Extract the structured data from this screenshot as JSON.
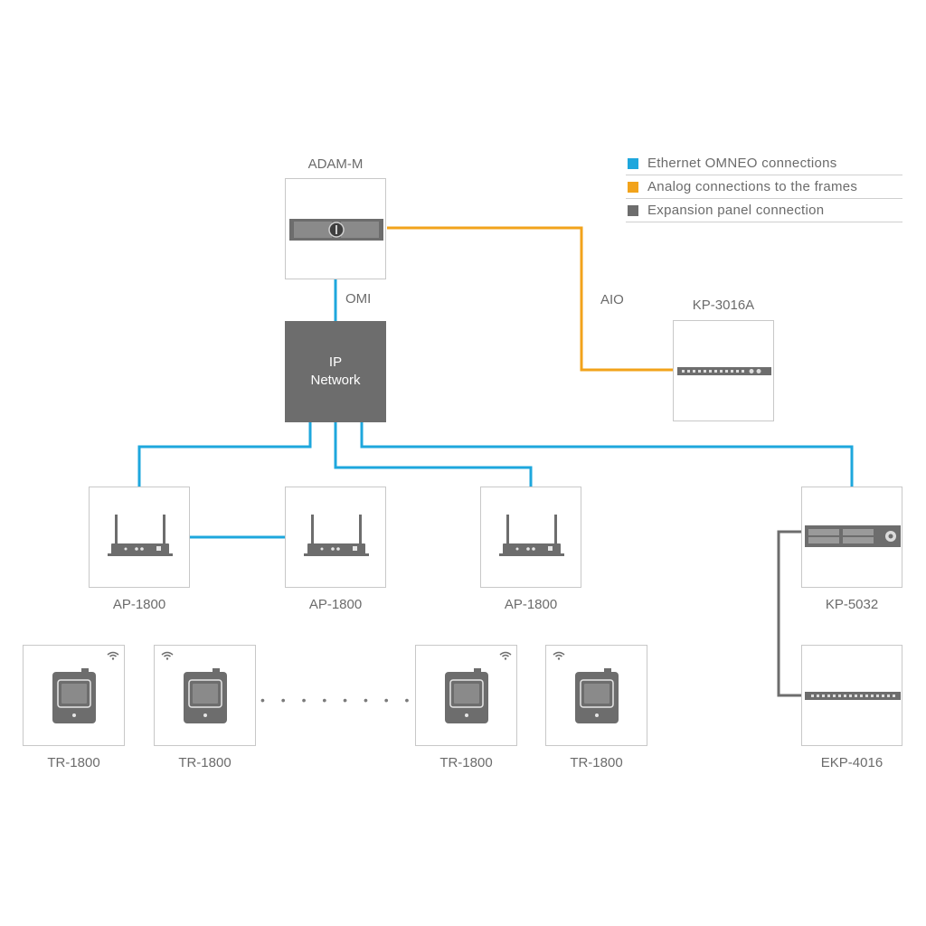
{
  "legend": [
    {
      "label": "Ethernet OMNEO connections",
      "color": "#1ea7dd"
    },
    {
      "label": "Analog connections to the frames",
      "color": "#f2a31b"
    },
    {
      "label": "Expansion panel connection",
      "color": "#6d6d6d"
    }
  ],
  "nodes": {
    "adam": "ADAM-M",
    "ip_network_line1": "IP",
    "ip_network_line2": "Network",
    "kp3016a": "KP-3016A",
    "ap1": "AP-1800",
    "ap2": "AP-1800",
    "ap3": "AP-1800",
    "kp5032": "KP-5032",
    "ekp4016": "EKP-4016",
    "tr1": "TR-1800",
    "tr2": "TR-1800",
    "tr3": "TR-1800",
    "tr4": "TR-1800"
  },
  "link_labels": {
    "omi": "OMI",
    "aio": "AIO"
  },
  "ellipsis": "• • • • • • • • • • •",
  "colors": {
    "ethernet": "#1ea7dd",
    "analog": "#f2a31b",
    "expansion": "#6d6d6d",
    "device": "#6d6d6d"
  }
}
